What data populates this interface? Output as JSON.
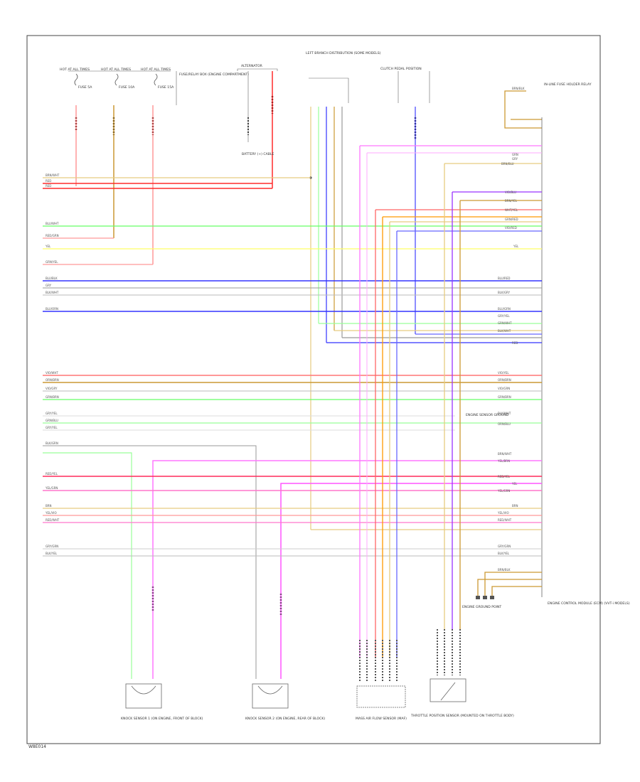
{
  "diagram_code": "W8E014",
  "fuses_top": [
    {
      "name": "HOT AT ALL TIMES",
      "fuse": "FUSE 5A"
    },
    {
      "name": "HOT AT ALL TIMES",
      "fuse": "FUSE 10A"
    },
    {
      "name": "HOT AT ALL TIMES",
      "fuse": "FUSE 15A"
    }
  ],
  "fuse_box_label": "FUSE/RELAY BOX (ENGINE COMPARTMENT)",
  "alternator_label": "ALTERNATOR",
  "battery_label": "BATTERY (+) CABLE",
  "left_module_label": "LEFT BRANCH DISTRIBUTION (SOME MODELS)",
  "top_connector_label": "CLUTCH PEDAL POSITION",
  "top_right_label": "IN-LINE FUSE HOLDER RELAY",
  "right_module_label": "ENGINE CONTROL MODULE (ECM) (VVT-i MODELS)",
  "right_splice_label": "ENGINE GROUND POINT",
  "mid_right_label": "ENGINE SENSOR GROUND",
  "bottom_components": [
    {
      "name": "KNOCK SENSOR 1 (ON ENGINE, FRONT OF BLOCK)"
    },
    {
      "name": "KNOCK SENSOR 2 (ON ENGINE, REAR OF BLOCK)"
    },
    {
      "name": "MASS AIR FLOW SENSOR (MAF)"
    },
    {
      "name": "THROTTLE POSITION SENSOR (MOUNTED ON THROTTLE BODY)"
    }
  ],
  "wire_labels": {
    "left_1": "BRN/WHT",
    "left_2": "RED",
    "left_3": "RED",
    "left_4": "BLU/WHT",
    "left_5": "RED/GRN",
    "left_6": "YEL",
    "left_7": "GRN/YEL",
    "left_8": "BLU/BLK",
    "left_9": "GRY",
    "left_10": "BLK/WHT",
    "left_11": "BLU/ORN",
    "left_12": "VIO/WHT",
    "left_13": "ORN/BRN",
    "left_14": "VIO/GRY",
    "left_15": "GRN/BRN",
    "left_16": "GRY/YEL",
    "left_17": "GRN/BLU",
    "left_18": "GRY/YEL",
    "left_19": "BLK/GRN",
    "left_20": "RED/YEL",
    "left_21": "YEL/GRN",
    "left_22": "BRN",
    "left_23": "YEL/VIO",
    "left_24": "RED/WHT",
    "left_25": "GRY/GRN",
    "left_26": "BLK/YEL",
    "right_1": "GRN",
    "right_2": "GRY",
    "right_3": "BRN/BLU",
    "right_4": "VIO/BLU",
    "right_5": "BRN/YEL",
    "right_6": "WHT/YEL",
    "right_7": "GRN/RED",
    "right_8": "VIO/RED",
    "right_9": "YEL",
    "right_10": "BLU/RED",
    "right_11": "BLK/GRY",
    "right_12": "BLU/GRN",
    "right_13": "GRY/YEL",
    "right_14": "GRN/WHT",
    "right_15": "BLK/WHT",
    "right_16": "RED",
    "right_17": "VIO/YEL",
    "right_18": "ORN/BRN",
    "right_19": "VIO/GRN",
    "right_20": "GRN/BRN",
    "right_21": "BLK/WHT",
    "right_22": "ORN/BLU",
    "right_23": "BRN/WHT",
    "right_24": "YEL/BRN",
    "right_25": "RED/YEL",
    "right_26": "YEL",
    "right_27": "YEL/GRN",
    "right_28": "BRN",
    "right_29": "YEL/VIO",
    "right_30": "RED/WHT",
    "right_31": "GRY/GRN",
    "right_32": "BLK/YEL",
    "right_33": "BRN/BLK",
    "right_34": "BRN/BLK"
  },
  "colors": {
    "red": "#ff2b2b",
    "yellow": "#ffff66",
    "green": "#66ff66",
    "blue": "#3333ff",
    "magenta": "#ff55ff",
    "orange": "#ff9900",
    "brown": "#cc9933",
    "gray": "#999999",
    "pink": "#ff9999",
    "violet": "#9933ff",
    "lightgreen": "#99ff99",
    "tan": "#e6cc80"
  }
}
